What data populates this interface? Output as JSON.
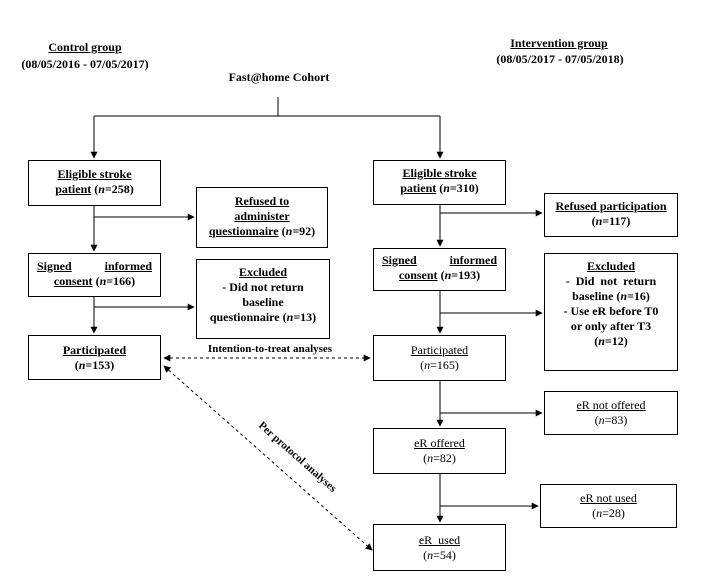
{
  "headers": {
    "control_title": "Control group",
    "control_dates": "(08/05/2016 - 07/05/2017)",
    "intervention_title": "Intervention group",
    "intervention_dates": "(08/05/2017 - 07/05/2018)",
    "cohort": "Fast@home Cohort"
  },
  "control": {
    "eligible": {
      "l1": "Eligible stroke",
      "l2a": "patient",
      "l2b": " (",
      "n": "n",
      "l2c": "=258)"
    },
    "refused": {
      "l1": "Refused to",
      "l2": "administer",
      "l3a": "questionnaire",
      "l3b": "  (",
      "n": "n",
      "l3c": "=92)"
    },
    "signed": {
      "l1a": "Signed",
      "l1b": "informed",
      "l2a": "consent",
      "l2b": " (",
      "n": "n",
      "l2c": "=166)"
    },
    "excluded": {
      "title": "Excluded",
      "l1": "- Did not return",
      "l2": "baseline",
      "l3a": "questionnaire (",
      "n": "n",
      "l3b": "=13)"
    },
    "participated": {
      "title": "Participated",
      "l2a": "(",
      "n": "n",
      "l2b": "=153)"
    }
  },
  "intervention": {
    "eligible": {
      "l1": "Eligible stroke",
      "l2a": "patient",
      "l2b": " (",
      "n": "n",
      "l2c": "=310)"
    },
    "refused": {
      "l1": "Refused participation",
      "l2a": "(",
      "n": "n",
      "l2b": "=117)"
    },
    "signed": {
      "l1a": "Signed",
      "l1b": "informed",
      "l2a": "consent",
      "l2b": " (",
      "n": "n",
      "l2c": "=193)"
    },
    "excluded": {
      "title": "Excluded",
      "l1": "-  Did  not  return",
      "l2a": "baseline (",
      "n1": "n",
      "l2b": "=16)",
      "l3": "- Use eR before T0",
      "l4": "or only after T3",
      "l5a": "(",
      "n2": "n",
      "l5b": "=12)"
    },
    "participated": {
      "title": "Participated",
      "l2a": "(",
      "n": "n",
      "l2b": "=165)"
    },
    "not_offered": {
      "title": "eR not offered",
      "l2a": "(",
      "n": "n",
      "l2b": "=83)"
    },
    "offered": {
      "title": "eR offered",
      "l2a": "(",
      "n": "n",
      "l2b": "=82)"
    },
    "not_used": {
      "title": "eR not used",
      "l2a": "(",
      "n": "n",
      "l2b": "=28)"
    },
    "used": {
      "title": "eR  used",
      "l2a": "(",
      "n": "n",
      "l2b": "=54)"
    }
  },
  "analyses": {
    "itt": "Intention-to-treat analyses",
    "pp": "Per protocol analyses"
  }
}
